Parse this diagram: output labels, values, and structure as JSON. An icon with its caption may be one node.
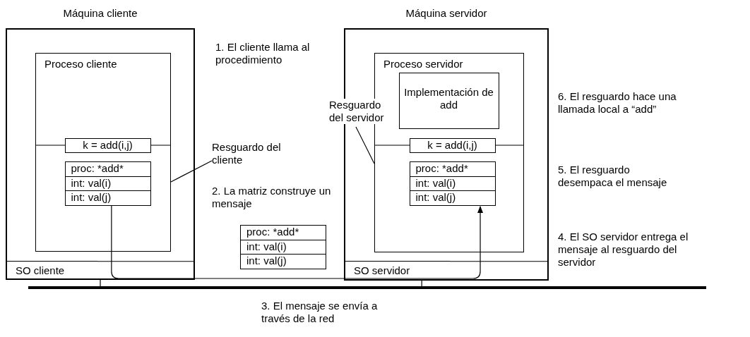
{
  "diagram": {
    "nodes": [
      {
        "text": [
          "Máquina cliente"
        ]
      },
      {
        "text": [
          "Proceso cliente"
        ],
        "in": 0
      },
      {
        "text": [
          "k = add(i,j)"
        ],
        "in": 1
      },
      {
        "text": [
          "proc: *add*",
          "int: val(i)",
          "int: val(j)"
        ],
        "in": 1
      },
      {
        "text": [
          "SO cliente"
        ],
        "in": 0
      },
      {
        "text": [
          "Máquina servidor"
        ]
      },
      {
        "text": [
          "Proceso servidor"
        ],
        "in": 5
      },
      {
        "text": [
          "Implementación de add"
        ],
        "in": 6
      },
      {
        "text": [
          "k = add(i,j)"
        ],
        "in": 6
      },
      {
        "text": [
          "proc: *add*",
          "int: val(i)",
          "int: val(j)"
        ],
        "in": 6
      },
      {
        "text": [
          "SO servidor"
        ],
        "in": 5
      },
      {
        "text": [
          "proc: *add*",
          "int: val(i)",
          "int: val(j)"
        ]
      },
      {
        "text": [
          "Resguardo del cliente"
        ]
      },
      {
        "text": [
          "Resguardo del servidor"
        ]
      },
      {
        "text": [],
        "shape": "bar"
      }
    ],
    "edges": [
      {
        "from": 3,
        "to": 9,
        "arrow": "to"
      },
      {
        "from": 0,
        "to": 14,
        "arrow": "none"
      },
      {
        "from": 5,
        "to": 14,
        "arrow": "none"
      },
      {
        "from": 12,
        "to": 1,
        "arrow": "none"
      },
      {
        "from": 13,
        "to": 6,
        "arrow": "none"
      }
    ],
    "labels": [
      "1. El cliente llama al procedimiento",
      "2. La matriz construye un mensaje",
      "3. El mensaje se envía a través de la red",
      "4. El SO servidor entrega el mensaje al resguardo del servidor",
      "5. El resguardo desempaca el mensaje",
      "6. El resguardo hace una llamada local a “add”"
    ]
  }
}
